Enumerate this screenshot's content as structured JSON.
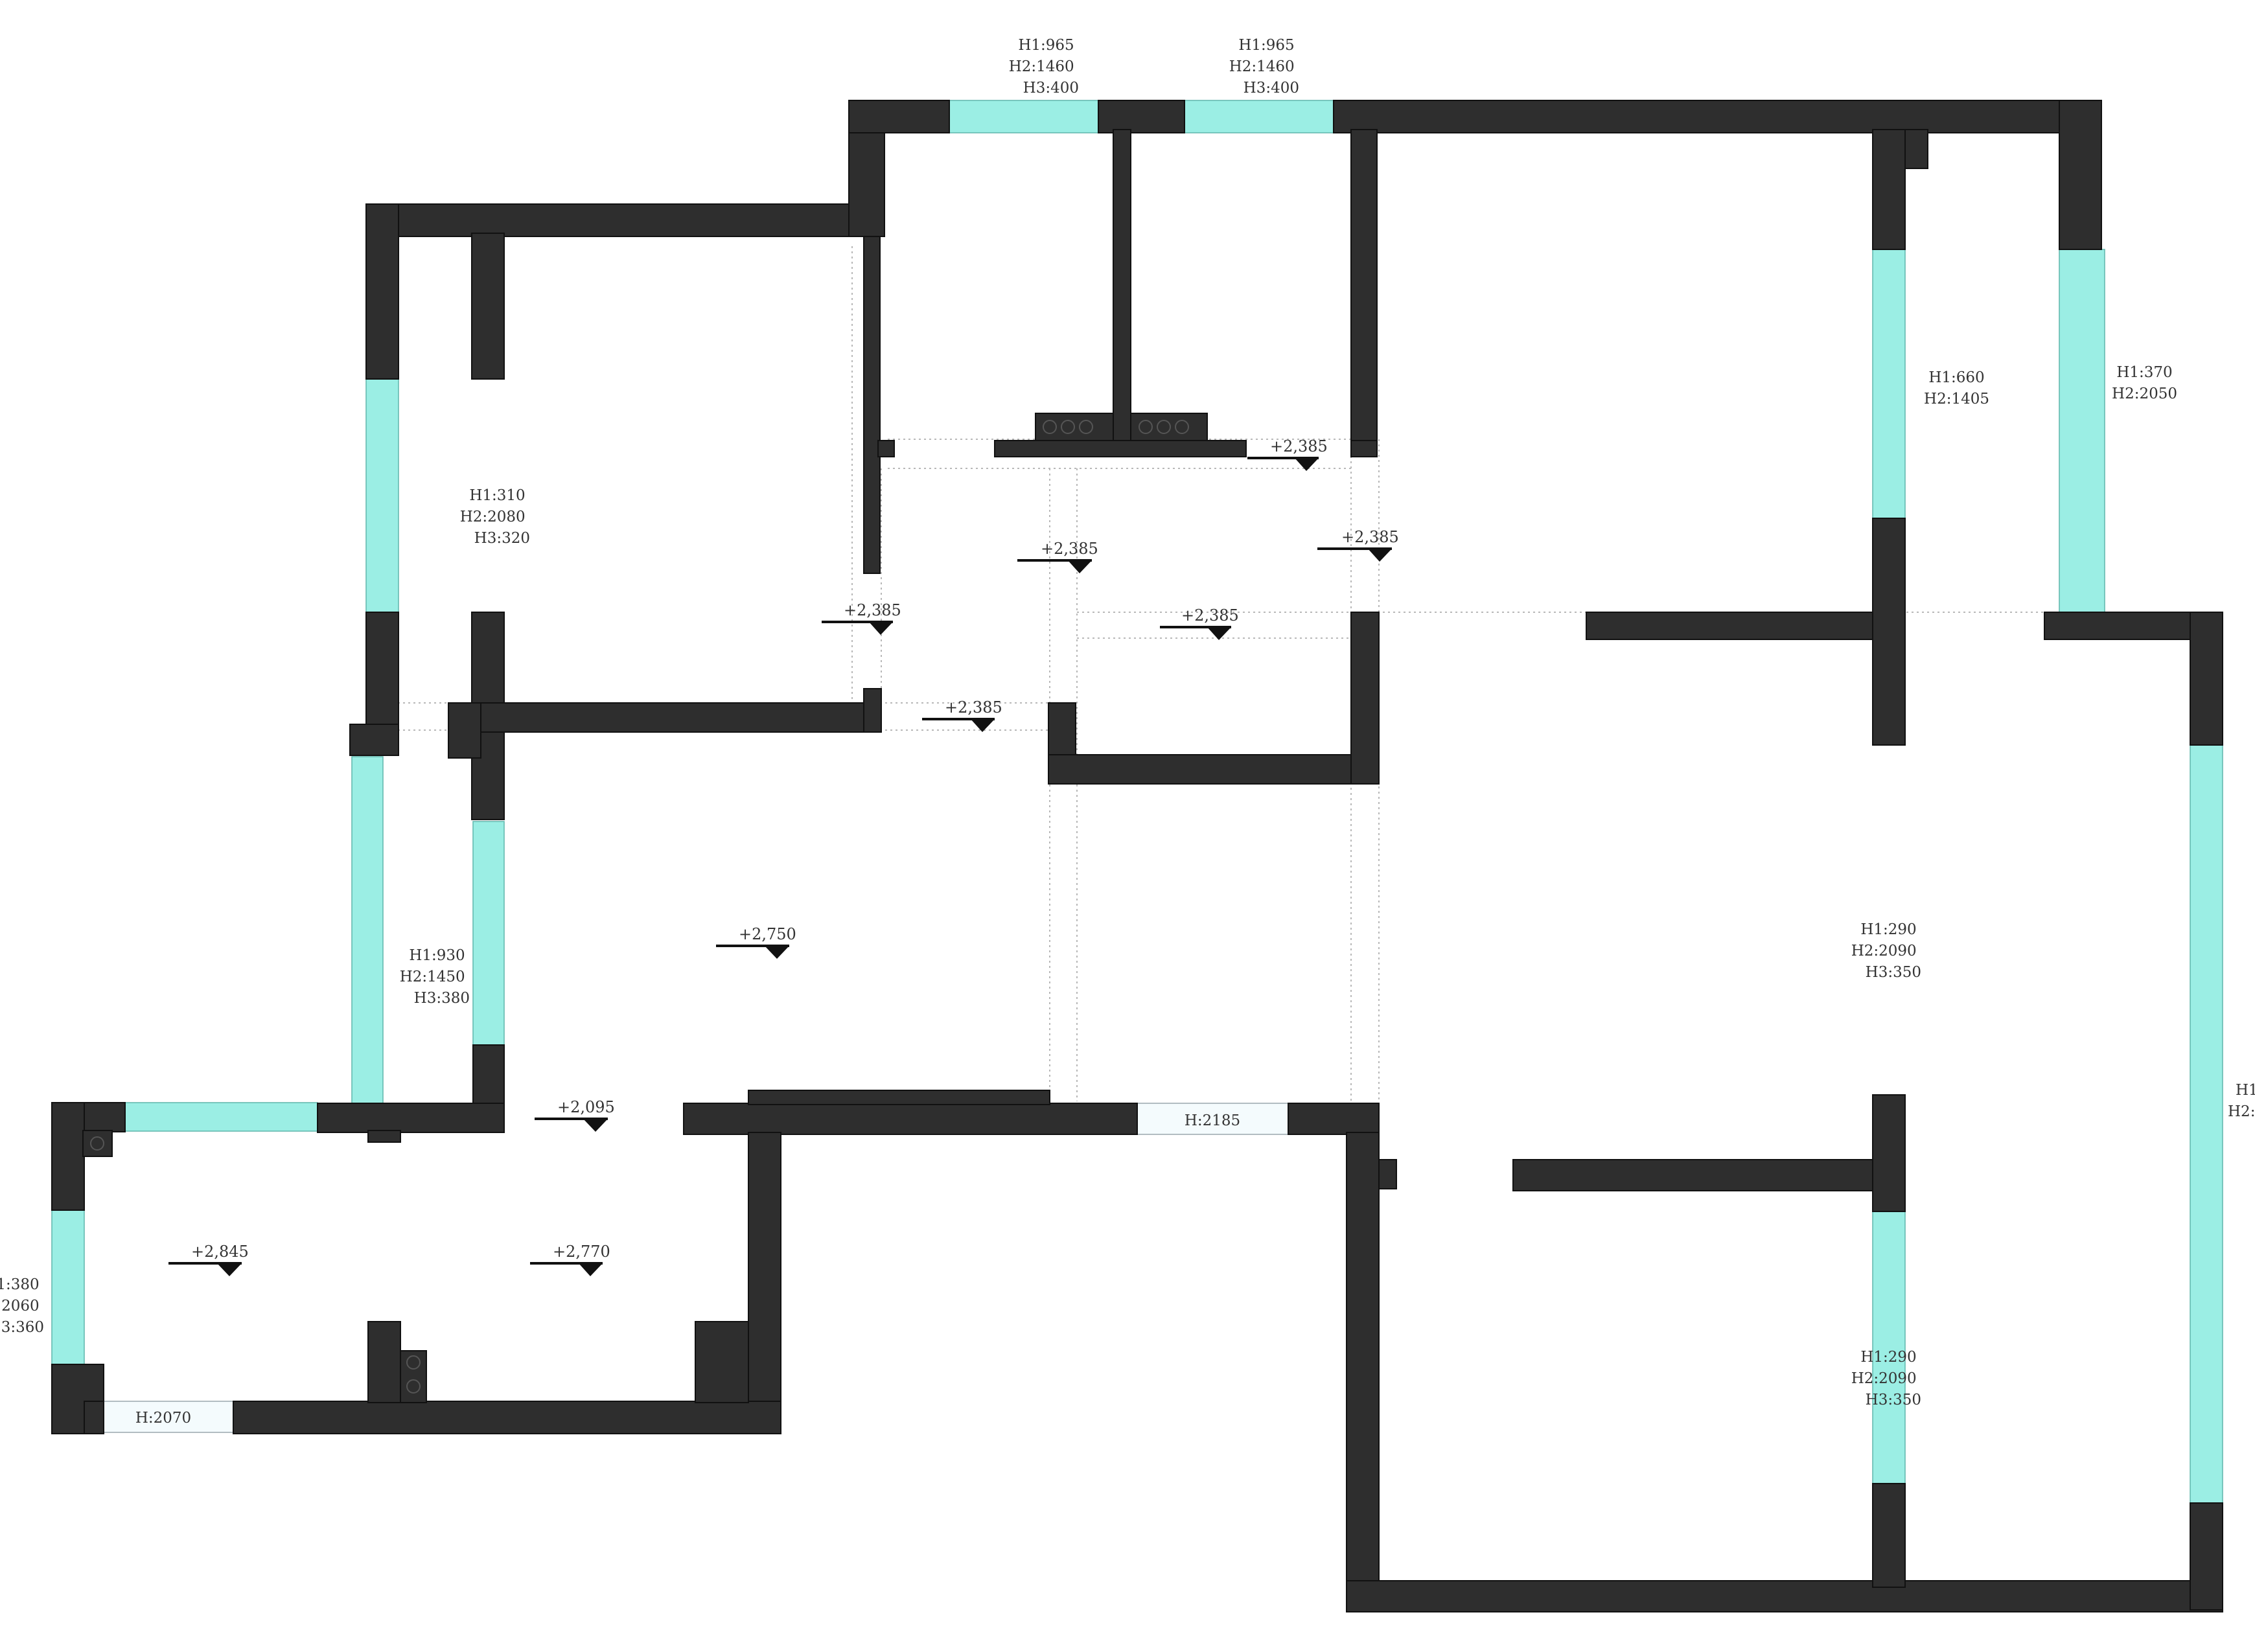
{
  "colors": {
    "wall": "#2e2e2e",
    "window": "#9beee4",
    "door_opening": "#f4fbfd",
    "guide": "#b8b8b8",
    "text": "#333333"
  },
  "window_notes": {
    "top_left": [
      "H1:965",
      "H2:1460",
      "H3:400"
    ],
    "top_right": [
      "H1:965",
      "H2:1460",
      "H3:400"
    ],
    "bedroom_west": [
      "H1:310",
      "H2:2080",
      "H3:320"
    ],
    "east_inner": [
      "H1:660",
      "H2:1405"
    ],
    "east_outer": [
      "H1:370",
      "H2:2050"
    ],
    "hall_west": [
      "H1:930",
      "H2:1450",
      "H3:380"
    ],
    "living": [
      "H1:290",
      "H2:2090",
      "H3:350"
    ],
    "lower_right": [
      "H1:290",
      "H2:2090",
      "H3:350"
    ],
    "edge_right": [
      "H1",
      "H2:"
    ],
    "edge_left": [
      "1:380",
      ":2060",
      "3:360"
    ]
  },
  "door_notes": {
    "bottom_left": "H:2070",
    "center": "H:2185"
  },
  "level_marks": {
    "kitchen_right": "+2,385",
    "hall_a": "+2,385",
    "hall_b": "+2,385",
    "corridor": "+2,385",
    "bedroom_door": "+2,385",
    "passage": "+2,385",
    "dining": "+2,750",
    "entry": "+2,095",
    "balcony_left": "+2,845",
    "balcony_right": "+2,770"
  }
}
